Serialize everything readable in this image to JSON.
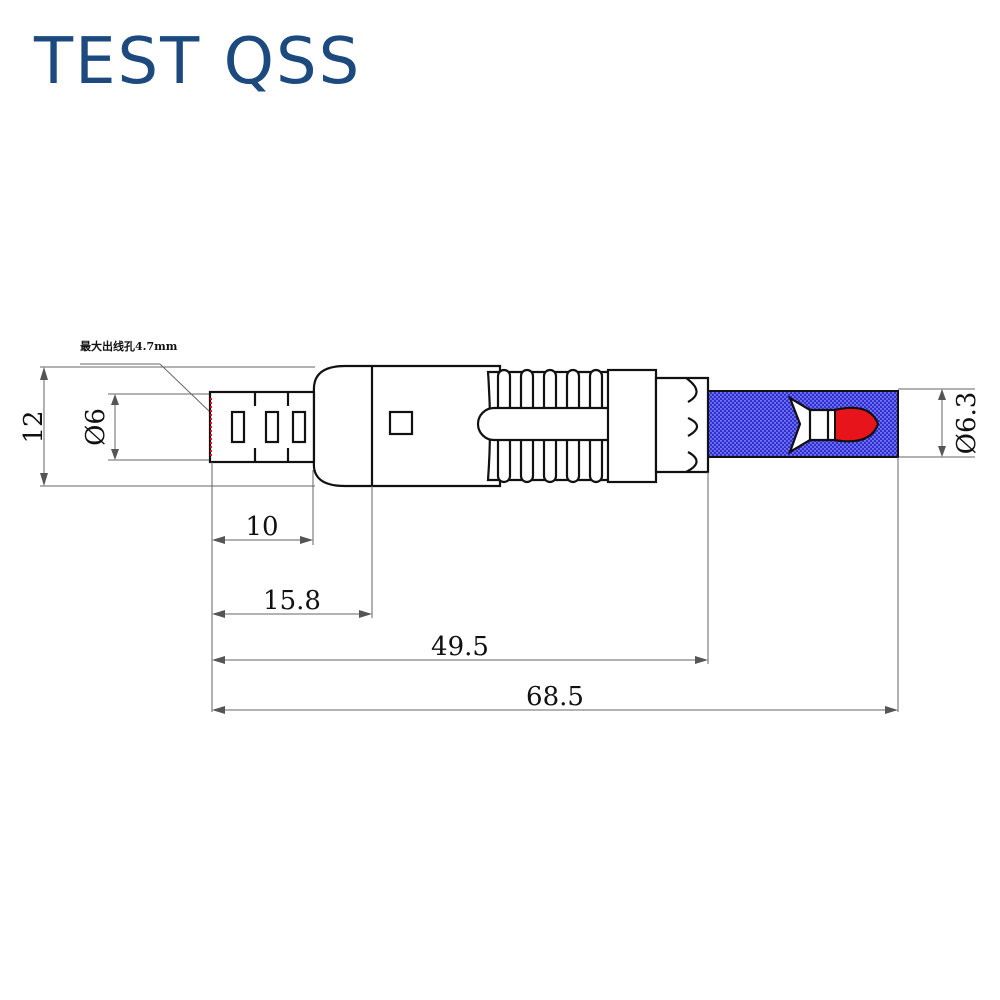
{
  "header": {
    "brand": "TEST QSS"
  },
  "diagram": {
    "note": "最大出线孔4.7mm",
    "dimensions": {
      "height_left": "12",
      "diameter_left": "Ø6",
      "diameter_right": "Ø6.3",
      "length_1": "10",
      "length_2": "15.8",
      "length_3": "49.5",
      "length_4": "68.5"
    },
    "colors": {
      "insulator_blue": "#2e2fd6",
      "tip_red": "#e8141c",
      "brand_blue": "#1c4a7e"
    }
  }
}
